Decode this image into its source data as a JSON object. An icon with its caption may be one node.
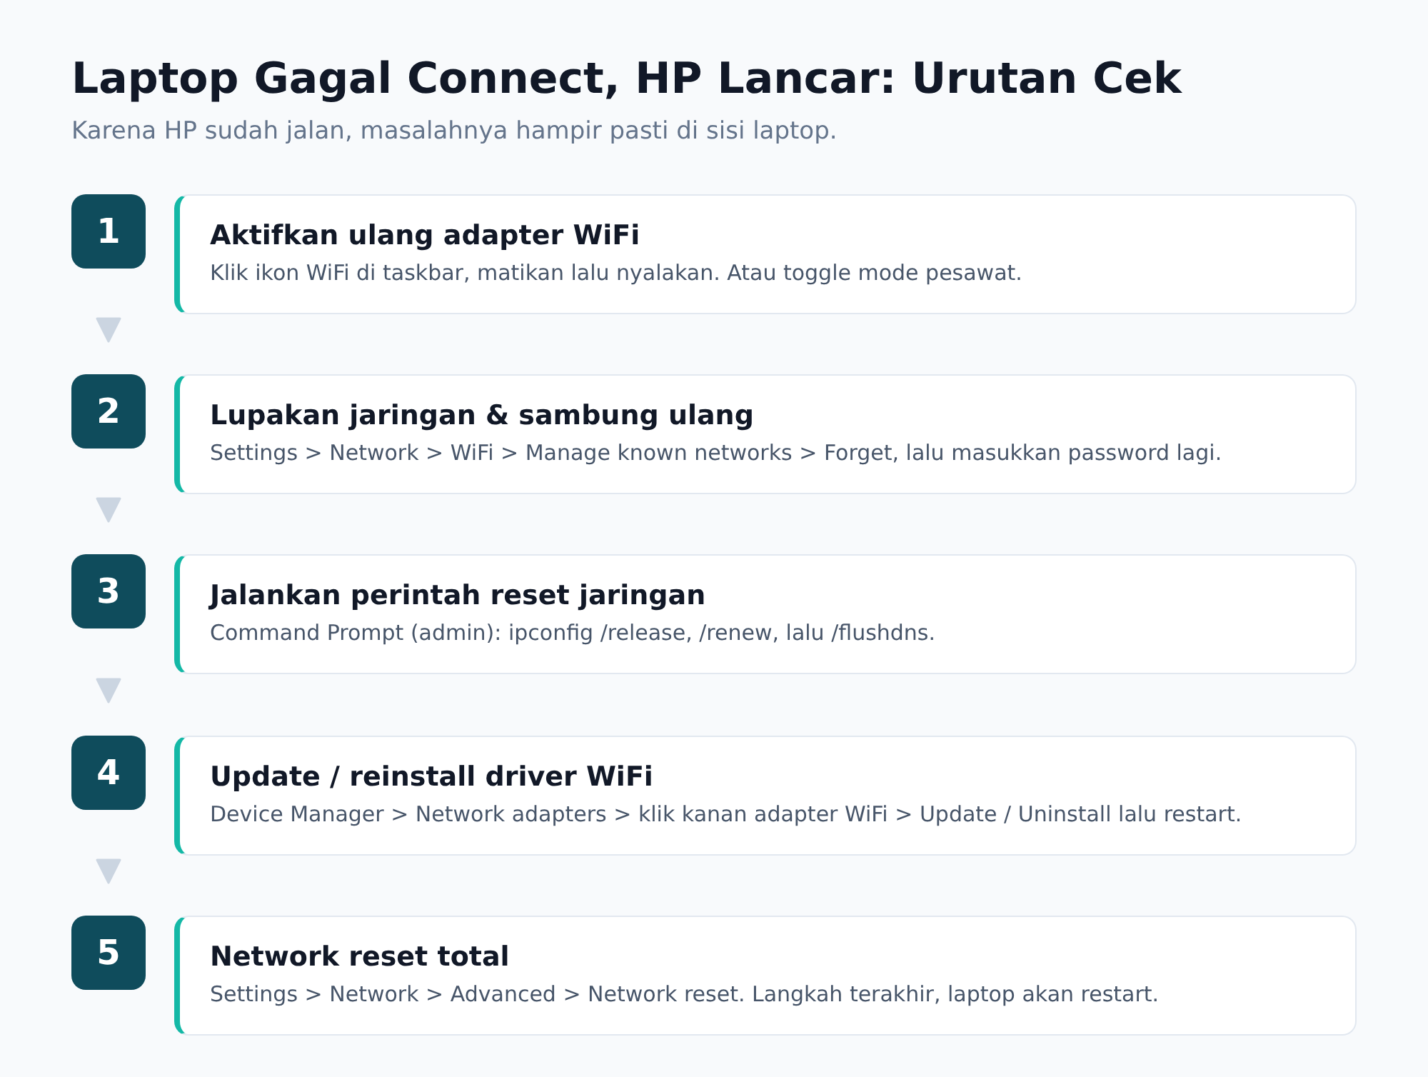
{
  "diagram": {
    "title": "Laptop Gagal Connect, HP Lancar: Urutan Cek",
    "caption": "Karena HP sudah jalan, masalahnya hampir pasti di sisi laptop.",
    "nodes": [
      {
        "text": [
          "1"
        ]
      },
      {
        "text": [
          "Aktifkan ulang adapter WiFi",
          "Klik ikon WiFi di taskbar, matikan lalu nyalakan. Atau toggle mode pesawat."
        ]
      },
      {
        "text": [
          "2"
        ]
      },
      {
        "text": [
          "Lupakan jaringan & sambung ulang",
          "Settings > Network > WiFi > Manage known networks > Forget, lalu masukkan password lagi."
        ]
      },
      {
        "text": [
          "3"
        ]
      },
      {
        "text": [
          "Jalankan perintah reset jaringan",
          "Command Prompt (admin): ipconfig /release, /renew, lalu /flushdns."
        ]
      },
      {
        "text": [
          "4"
        ]
      },
      {
        "text": [
          "Update / reinstall driver WiFi",
          "Device Manager > Network adapters > klik kanan adapter WiFi > Update / Uninstall lalu restart."
        ]
      },
      {
        "text": [
          "5"
        ]
      },
      {
        "text": [
          "Network reset total",
          "Settings > Network > Advanced > Network reset. Langkah terakhir, laptop akan restart."
        ]
      }
    ],
    "edges": [
      {
        "from": 0,
        "to": 2,
        "arrow": "to"
      },
      {
        "from": 2,
        "to": 4,
        "arrow": "to"
      },
      {
        "from": 4,
        "to": 6,
        "arrow": "to"
      },
      {
        "from": 6,
        "to": 8,
        "arrow": "to"
      }
    ]
  }
}
